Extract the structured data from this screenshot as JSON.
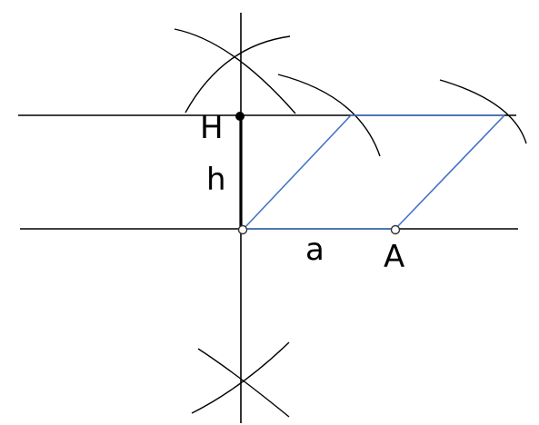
{
  "labels": {
    "H": "H",
    "h": "h",
    "a": "a",
    "A": "A"
  },
  "colors": {
    "construction": "#000000",
    "parallelogram": "#4472c4",
    "background": "#ffffff"
  }
}
